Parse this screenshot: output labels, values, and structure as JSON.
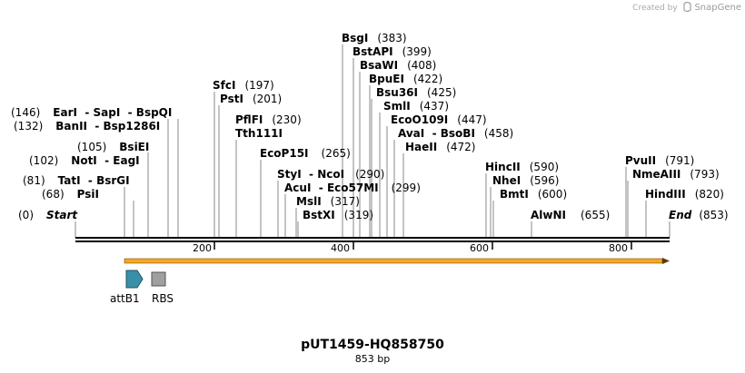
{
  "brand": {
    "prefix": "Created by",
    "name": "SnapGene"
  },
  "plasmid": {
    "name": "pUT1459-HQ858750",
    "length_label": "853 bp"
  },
  "map": {
    "start_label": "Start",
    "start_pos": "(0)",
    "end_label": "End",
    "end_pos": "(853)",
    "ruler_ticks": [
      "200",
      "400",
      "600",
      "800"
    ],
    "orf_color": "#f5a623",
    "feature_color_attb1": "#3a8fa8",
    "feature_color_rbs": "#a0a0a0"
  },
  "features": [
    {
      "name": "attB1",
      "icon": "arrow-right-shape"
    },
    {
      "name": "RBS",
      "icon": "square-shape"
    }
  ],
  "sites_left": [
    {
      "pos": "(146)",
      "names": [
        "EarI",
        "SapI",
        "BspQI"
      ]
    },
    {
      "pos": "(132)",
      "names": [
        "BanII",
        "Bsp1286I"
      ]
    },
    {
      "pos": "(105)",
      "names": [
        "BsiEI"
      ]
    },
    {
      "pos": "(102)",
      "names": [
        "NotI",
        "EagI"
      ]
    },
    {
      "pos": "(81)",
      "names": [
        "TatI",
        "BsrGI"
      ]
    },
    {
      "pos": "(68)",
      "names": [
        "PsiI"
      ]
    }
  ],
  "sites_right": [
    {
      "names": [
        "SfcI"
      ],
      "pos": "(197)"
    },
    {
      "names": [
        "PstI"
      ],
      "pos": "(201)"
    },
    {
      "names": [
        "PflFI"
      ],
      "pos": "(230)"
    },
    {
      "names": [
        "Tth111I"
      ],
      "pos": ""
    },
    {
      "names": [
        "EcoP15I"
      ],
      "pos": "(265)"
    },
    {
      "names": [
        "StyI",
        "NcoI"
      ],
      "pos": "(290)"
    },
    {
      "names": [
        "AcuI",
        "Eco57MI"
      ],
      "pos": "(299)"
    },
    {
      "names": [
        "MslI"
      ],
      "pos": "(317)"
    },
    {
      "names": [
        "BstXI"
      ],
      "pos": "(319)"
    },
    {
      "names": [
        "BsgI"
      ],
      "pos": "(383)"
    },
    {
      "names": [
        "BstAPI"
      ],
      "pos": "(399)"
    },
    {
      "names": [
        "BsaWI"
      ],
      "pos": "(408)"
    },
    {
      "names": [
        "BpuEI"
      ],
      "pos": "(422)"
    },
    {
      "names": [
        "Bsu36I"
      ],
      "pos": "(425)"
    },
    {
      "names": [
        "SmlI"
      ],
      "pos": "(437)"
    },
    {
      "names": [
        "EcoO109I"
      ],
      "pos": "(447)"
    },
    {
      "names": [
        "AvaI",
        "BsoBI"
      ],
      "pos": "(458)"
    },
    {
      "names": [
        "HaeII"
      ],
      "pos": "(472)"
    },
    {
      "names": [
        "HincII"
      ],
      "pos": "(590)"
    },
    {
      "names": [
        "NheI"
      ],
      "pos": "(596)"
    },
    {
      "names": [
        "BmtI"
      ],
      "pos": "(600)"
    },
    {
      "names": [
        "AlwNI"
      ],
      "pos": "(655)"
    },
    {
      "names": [
        "PvuII"
      ],
      "pos": "(791)"
    },
    {
      "names": [
        "NmeAIII"
      ],
      "pos": "(793)"
    },
    {
      "names": [
        "HindIII"
      ],
      "pos": "(820)"
    }
  ]
}
